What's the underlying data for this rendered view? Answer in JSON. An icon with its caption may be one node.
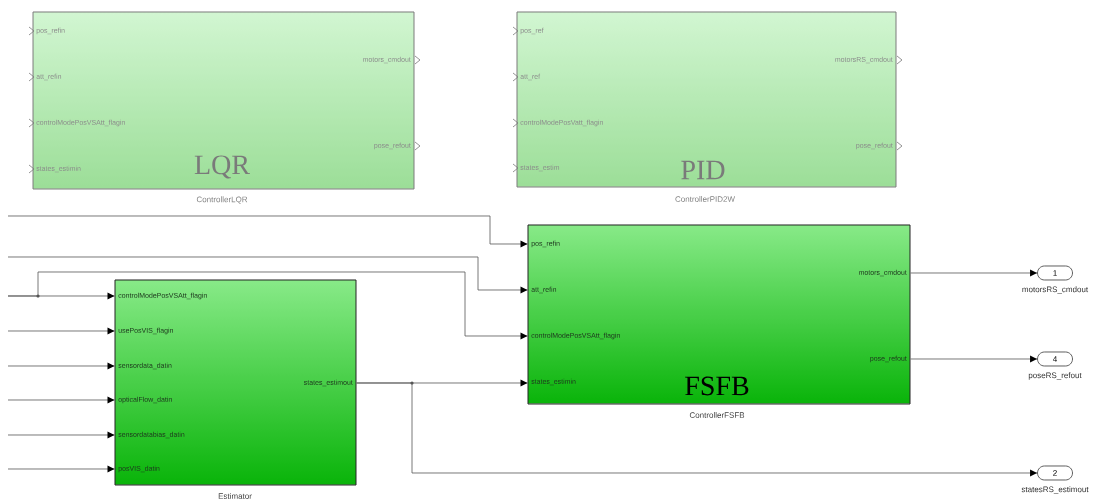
{
  "diagram": {
    "nodes": [
      {
        "text": [
          "pos_refin",
          "att_refin",
          "controlModePosVSAtt_flagin",
          "states_estimin",
          "motors_cmdout",
          "pose_refout",
          "LQR"
        ],
        "beside": [
          "ControllerLQR"
        ]
      },
      {
        "text": [
          "pos_ref",
          "att_ref",
          "controlModePosVatt_flagin",
          "states_estim",
          "motorsRS_cmdout",
          "pose_refout",
          "PID"
        ],
        "beside": [
          "ControllerPID2W"
        ]
      },
      {
        "text": [
          "controlModePosVSAtt_flagin",
          "usePosVIS_flagin",
          "sensordata_datin",
          "opticalFlow_datin",
          "sensordatabias_datin",
          "posVIS_datin",
          "states_estimout"
        ],
        "beside": [
          "Estimator"
        ]
      },
      {
        "text": [
          "pos_refin",
          "att_refin",
          "controlModePosVSAtt_flagin",
          "states_estimin",
          "motors_cmdout",
          "pose_refout",
          "FSFB"
        ],
        "beside": [
          "ControllerFSFB"
        ]
      },
      {
        "text": [
          "1"
        ],
        "beside": [
          "motorsRS_cmdout"
        ]
      },
      {
        "text": [
          "4"
        ],
        "beside": [
          "poseRS_refout"
        ]
      },
      {
        "text": [
          "2"
        ],
        "beside": [
          "statesRS_estimout"
        ]
      }
    ],
    "edges": [
      {
        "from": null,
        "to": 3,
        "arrow": "to"
      },
      {
        "from": null,
        "to": 3,
        "arrow": "to"
      },
      {
        "from": null,
        "to": 2,
        "arrow": "to"
      },
      {
        "from": null,
        "to": 3,
        "arrow": "to"
      },
      {
        "from": null,
        "to": 2,
        "arrow": "to"
      },
      {
        "from": null,
        "to": 2,
        "arrow": "to"
      },
      {
        "from": null,
        "to": 2,
        "arrow": "to"
      },
      {
        "from": null,
        "to": 2,
        "arrow": "to"
      },
      {
        "from": null,
        "to": 2,
        "arrow": "to"
      },
      {
        "from": 2,
        "to": 3,
        "arrow": "to"
      },
      {
        "from": 2,
        "to": 6,
        "arrow": "to"
      },
      {
        "from": 3,
        "to": 4,
        "arrow": "to"
      },
      {
        "from": 3,
        "to": 5,
        "arrow": "to"
      }
    ]
  }
}
